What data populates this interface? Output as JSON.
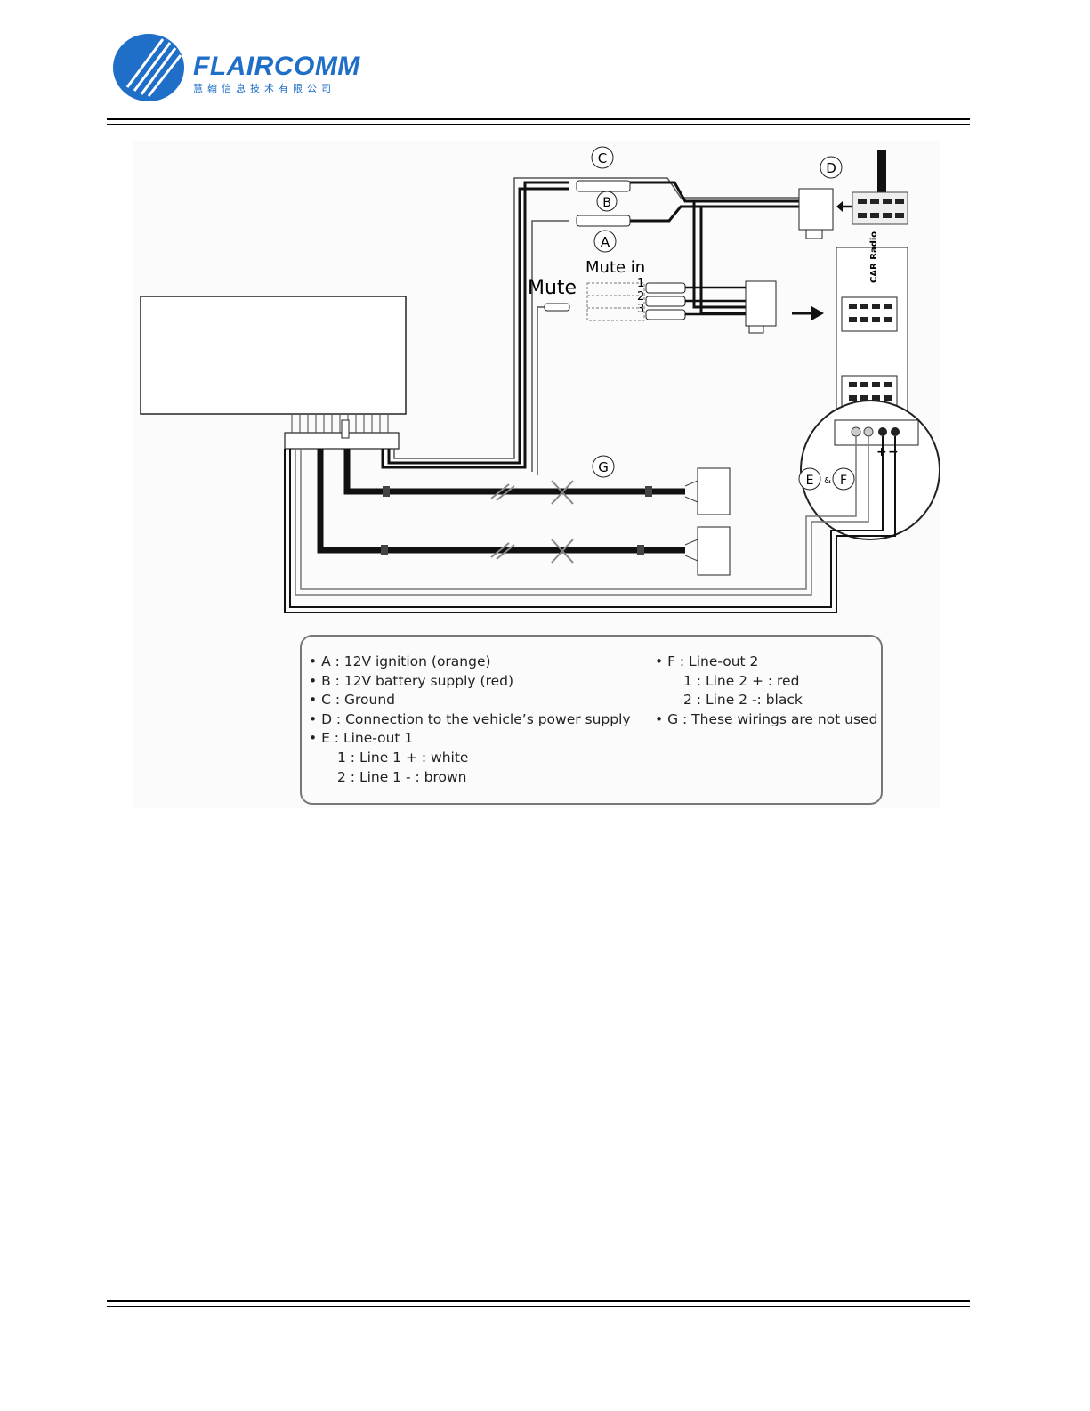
{
  "header": {
    "brand": "FLAIRCOMM",
    "brand_cn": "慧翰信息技术有限公司"
  },
  "diagram": {
    "labels": {
      "A": "A",
      "B": "B",
      "C": "C",
      "D": "D",
      "G": "G",
      "E": "E",
      "F": "F",
      "amp": "&",
      "mute": "Mute",
      "mute_in": "Mute in",
      "pin1": "1",
      "pin2": "2",
      "pin3": "3",
      "car_radio": "CAR Radio",
      "plus": "+",
      "minus": "−"
    }
  },
  "legend": {
    "left": [
      {
        "text": "• A : 12V ignition  (orange)",
        "indent": false
      },
      {
        "text": "• B : 12V battery supply (red)",
        "indent": false
      },
      {
        "text": "• C : Ground",
        "indent": false
      },
      {
        "text": "• D : Connection to the vehicle’s power supply",
        "indent": false
      },
      {
        "text": "• E : Line-out 1",
        "indent": false
      },
      {
        "text": "1 : Line 1 + : white",
        "indent": true
      },
      {
        "text": "2 : Line 1 - : brown",
        "indent": true
      }
    ],
    "right": [
      {
        "text": "• F : Line-out 2",
        "indent": false
      },
      {
        "text": "1 : Line 2 + : red",
        "indent": true
      },
      {
        "text": "2 : Line 2 -: black",
        "indent": true
      },
      {
        "text": "• G : These wirings are not used",
        "indent": false
      }
    ]
  }
}
